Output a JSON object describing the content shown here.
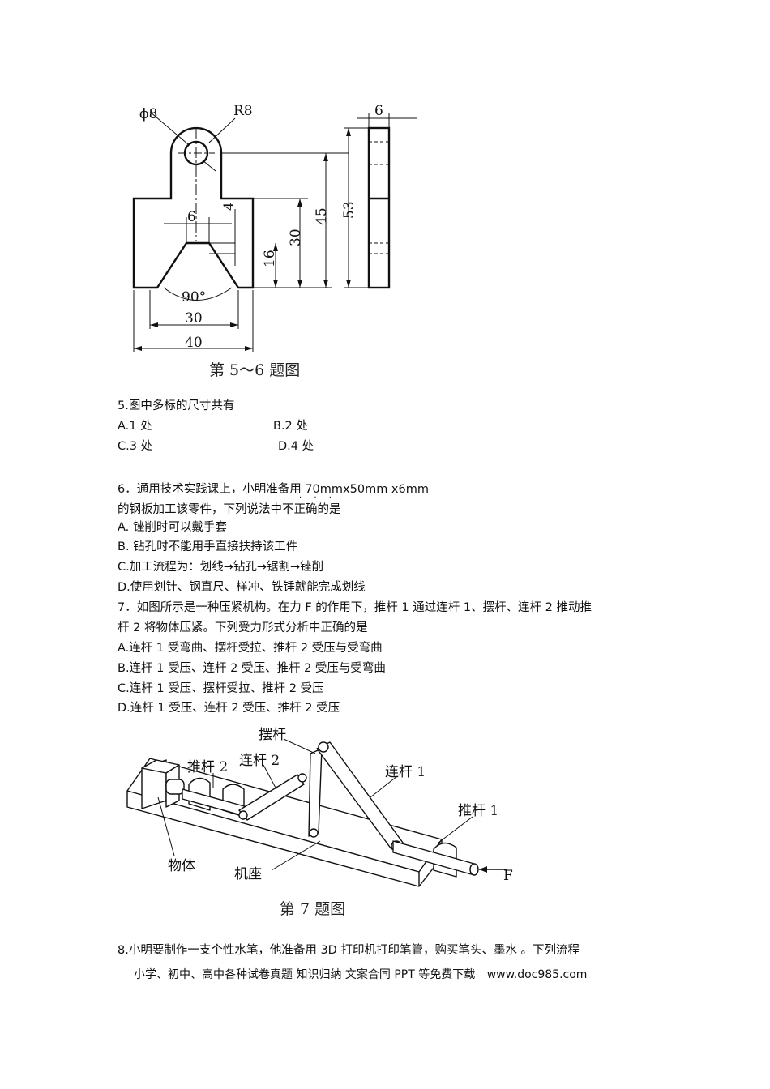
{
  "figure1": {
    "caption": "第 5～6 题图",
    "dims": {
      "phi8": "ϕ8",
      "r8": "R8",
      "d6_top": "6",
      "d6_slot": "6",
      "d4": "4",
      "d45": "45",
      "d53": "53",
      "d30_v": "30",
      "d16": "16",
      "angle": "90°",
      "d30_h": "30",
      "d40": "40"
    }
  },
  "q5": {
    "stem": "5.图中多标的尺寸共有",
    "opt_a": "A.1 处",
    "opt_b": "B.2 处",
    "opt_c": "C.3 处",
    "opt_d": "D.4 处"
  },
  "q6": {
    "line1": "6．通用技术实践课上，小明准备用 70mmx50mm x6mm",
    "line2": "的钢板加工该零件，下列说法中不正确的是",
    "emphasis_dots": "· · ·",
    "opt_a": "A. 锉削时可以戴手套",
    "opt_b": "B. 钻孔时不能用手直接扶持该工件",
    "opt_c": "C.加工流程为：划线→钻孔→锯割→锉削",
    "opt_d": "D.使用划针、钢直尺、样冲、铁锤就能完成划线"
  },
  "q7": {
    "line1": "7．如图所示是一种压紧机构。在力 F 的作用下，推杆 1 通过连杆 1、摆杆、连杆 2 推动推",
    "line2": "杆 2 将物体压紧。下列受力形式分析中正确的是",
    "opt_a": "A.连杆 1 受弯曲、摆杆受拉、推杆 2 受压与受弯曲",
    "opt_b": "B.连杆 1 受压、连杆 2 受压、推杆 2 受压与受弯曲",
    "opt_c": "C.连杆 1 受压、摆杆受拉、推杆 2 受压",
    "opt_d": "D.连杆 1 受压、连杆 2 受压、推杆 2 受压"
  },
  "figure2": {
    "caption": "第 7 题图",
    "labels": {
      "swing": "摆杆",
      "push2": "推杆 2",
      "link2": "连杆 2",
      "link1": "连杆 1",
      "push1": "推杆 1",
      "object": "物体",
      "base": "机座",
      "force": "F"
    }
  },
  "q8": {
    "line1": "8.小明要制作一支个性水笔，他准备用 3D 打印机打印笔管，购买笔头、墨水 。下列流程"
  },
  "footer": {
    "text": "小学、初中、高中各种试卷真题  知识归纳  文案合同  PPT 等免费下载",
    "url": "www.doc985.com"
  }
}
